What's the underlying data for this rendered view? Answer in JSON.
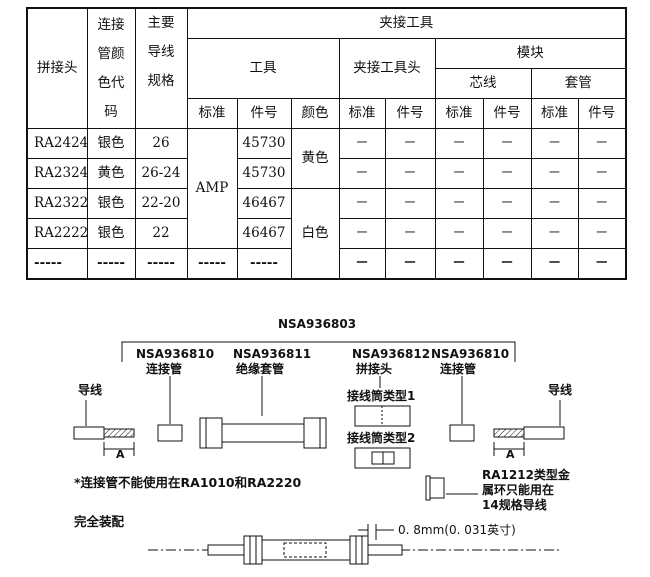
{
  "table": {
    "h_splice": "拼接头",
    "h_color_lines": [
      "连接",
      "管颜",
      "色代",
      "码"
    ],
    "h_gauge_lines": [
      "主要",
      "导线",
      "规格"
    ],
    "h_crimp_tool": "夹接工具",
    "h_tool": "工具",
    "h_die": "夹接工具头",
    "h_module": "模块",
    "h_core": "芯线",
    "h_sleeve": "套管",
    "h_std": "标准",
    "h_pn": "件号",
    "h_color": "颜色",
    "tool_std": "AMP",
    "color_yellow": "黄色",
    "color_white": "白色",
    "dash": "－",
    "rows": [
      {
        "splice": "RA2424",
        "color": "银色",
        "gauge": "26",
        "pn": "45730"
      },
      {
        "splice": "RA2324",
        "color": "黄色",
        "gauge": "26-24",
        "pn": "45730"
      },
      {
        "splice": "RA2322",
        "color": "银色",
        "gauge": "22-20",
        "pn": "46467"
      },
      {
        "splice": "RA2222",
        "color": "银色",
        "gauge": "22",
        "pn": "46467"
      }
    ],
    "last_row": "-----"
  },
  "diagram": {
    "assembly_pn": "NSA936803",
    "connector_pn": "NSA936810",
    "connector_label": "连接管",
    "sleeve_pn": "NSA936811",
    "sleeve_label": "绝缘套管",
    "splice_pn": "NSA936812",
    "splice_label": "拼接头",
    "wire_label": "导线",
    "dim_a": "A",
    "type1": "接线筒类型1",
    "type2": "接线筒类型2",
    "note": "*连接管不能使用在RA1010和RA2220",
    "ring_note": [
      "RA1212类型金",
      "属环只能用在",
      "14规格导线"
    ],
    "complete": "完全装配",
    "gap": "0. 8mm(0. 031英寸)"
  }
}
